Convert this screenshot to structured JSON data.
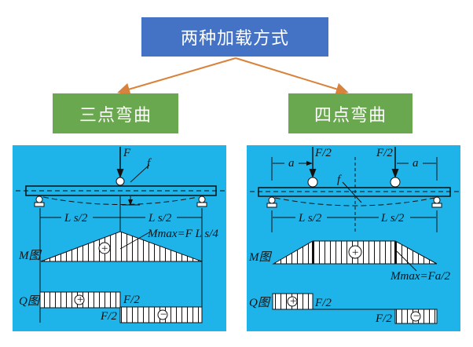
{
  "title": "两种加载方式",
  "left": {
    "label": "三点弯曲",
    "load": "F",
    "deflection": "f",
    "span_left": "L s/2",
    "span_right": "L s/2",
    "m_label": "M图",
    "mmax": "Mmax=F L s/4",
    "q_label": "Q图",
    "q_pos": "F/2",
    "q_neg": "F/2",
    "plus": "+",
    "minus": "−"
  },
  "right": {
    "label": "四点弯曲",
    "load_left": "F/2",
    "load_right": "F/2",
    "a_left": "a",
    "a_right": "a",
    "deflection": "f",
    "span_left": "L s/2",
    "span_right": "L s/2",
    "m_label": "M图",
    "mmax": "Mmax=Fa/2",
    "q_label": "Q图",
    "q_pos": "F/2",
    "q_neg": "F/2",
    "plus": "+",
    "minus": "−"
  },
  "colors": {
    "title_box": "#4472c4",
    "label_box": "#6aa84f",
    "panel": "#1eb4ea",
    "arrow": "#d9823b"
  }
}
